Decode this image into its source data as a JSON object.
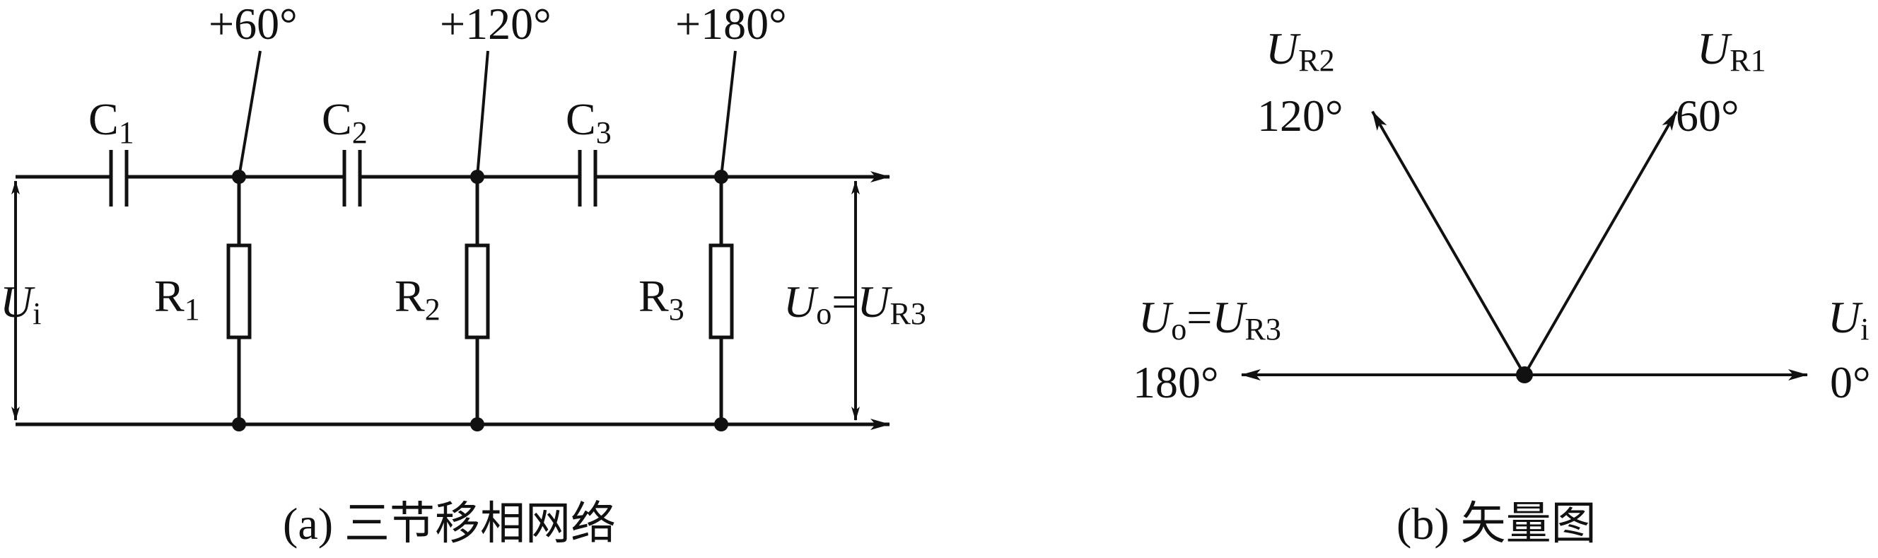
{
  "circuit": {
    "caption": "(a) 三节移相网络",
    "capacitors": [
      {
        "name": "C",
        "sub": "1"
      },
      {
        "name": "C",
        "sub": "2"
      },
      {
        "name": "C",
        "sub": "3"
      }
    ],
    "resistors": [
      {
        "name": "R",
        "sub": "1"
      },
      {
        "name": "R",
        "sub": "2"
      },
      {
        "name": "R",
        "sub": "3"
      }
    ],
    "phase_taps": [
      "+60°",
      "+120°",
      "+180°"
    ],
    "input": {
      "symbol": "U",
      "sub": "i"
    },
    "output": {
      "symbol": "U",
      "sub": "o",
      "eq": "=",
      "symbol2": "U",
      "sub2": "R3"
    }
  },
  "phasor": {
    "caption": "(b) 矢量图",
    "vectors": [
      {
        "symbol": "U",
        "sub": "i",
        "angle_label": "0°",
        "angle_deg": 0
      },
      {
        "symbol": "U",
        "sub": "R1",
        "angle_label": "60°",
        "angle_deg": 60
      },
      {
        "symbol": "U",
        "sub": "R2",
        "angle_label": "120°",
        "angle_deg": 120
      },
      {
        "symbol": "U",
        "sub": "o",
        "eq": "=",
        "symbol2": "U",
        "sub2": "R3",
        "angle_label": "180°",
        "angle_deg": 180
      }
    ]
  }
}
